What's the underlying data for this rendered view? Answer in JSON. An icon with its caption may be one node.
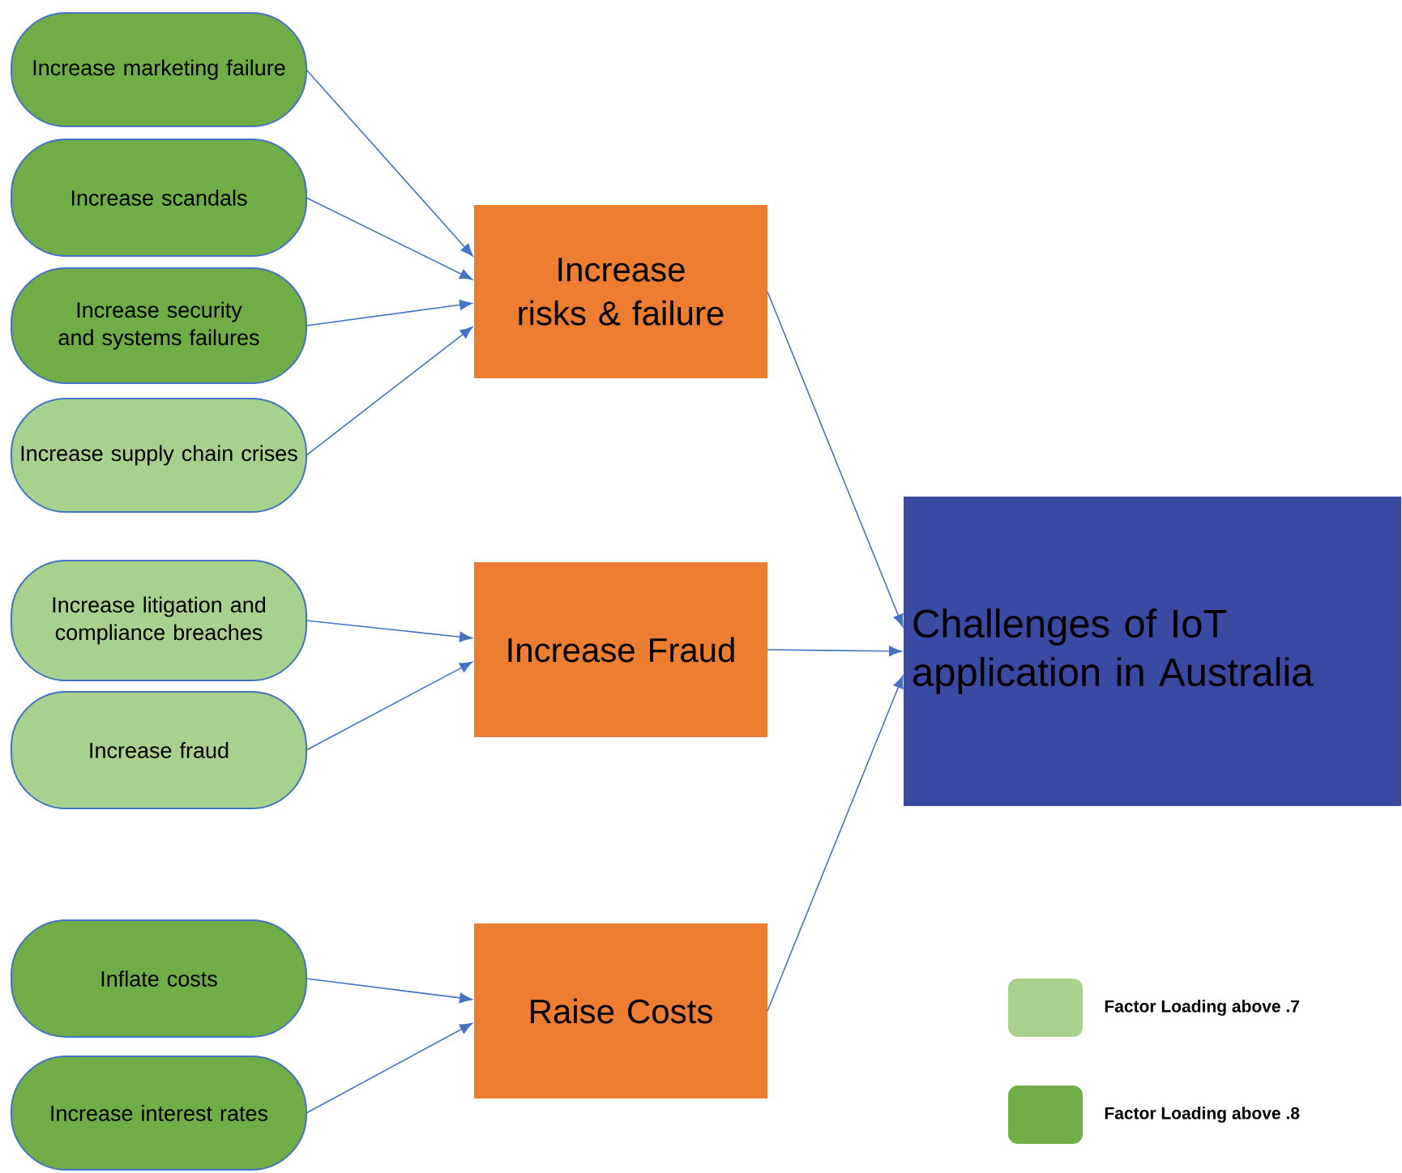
{
  "diagram": {
    "nodes": [
      {
        "text": [
          "Increase marketing failure"
        ]
      },
      {
        "text": [
          "Increase scandals"
        ]
      },
      {
        "text": [
          "Increase security and systems failures"
        ]
      },
      {
        "text": [
          "Increase supply chain crises"
        ]
      },
      {
        "text": [
          "Increase litigation and compliance breaches"
        ]
      },
      {
        "text": [
          "Increase fraud"
        ]
      },
      {
        "text": [
          "Inflate costs"
        ]
      },
      {
        "text": [
          "Increase interest rates"
        ]
      },
      {
        "text": [
          "Increase risks & failure"
        ]
      },
      {
        "text": [
          "Increase Fraud"
        ]
      },
      {
        "text": [
          "Raise Costs"
        ]
      },
      {
        "text": [
          "Challenges of IoT application in Australia"
        ]
      }
    ],
    "edges": [
      {
        "from": 0,
        "to": 8,
        "arrow": "to"
      },
      {
        "from": 1,
        "to": 8,
        "arrow": "to"
      },
      {
        "from": 2,
        "to": 8,
        "arrow": "to"
      },
      {
        "from": 3,
        "to": 8,
        "arrow": "to"
      },
      {
        "from": 4,
        "to": 9,
        "arrow": "to"
      },
      {
        "from": 5,
        "to": 9,
        "arrow": "to"
      },
      {
        "from": 6,
        "to": 10,
        "arrow": "to"
      },
      {
        "from": 7,
        "to": 10,
        "arrow": "to"
      },
      {
        "from": 8,
        "to": 11,
        "arrow": "to"
      },
      {
        "from": 9,
        "to": 11,
        "arrow": "to"
      },
      {
        "from": 10,
        "to": 11,
        "arrow": "to"
      }
    ],
    "legend": [
      {
        "text": "Factor Loading above .7",
        "color": "#a9d18e"
      },
      {
        "text": "Factor Loading above .8",
        "color": "#70ad47"
      }
    ]
  }
}
